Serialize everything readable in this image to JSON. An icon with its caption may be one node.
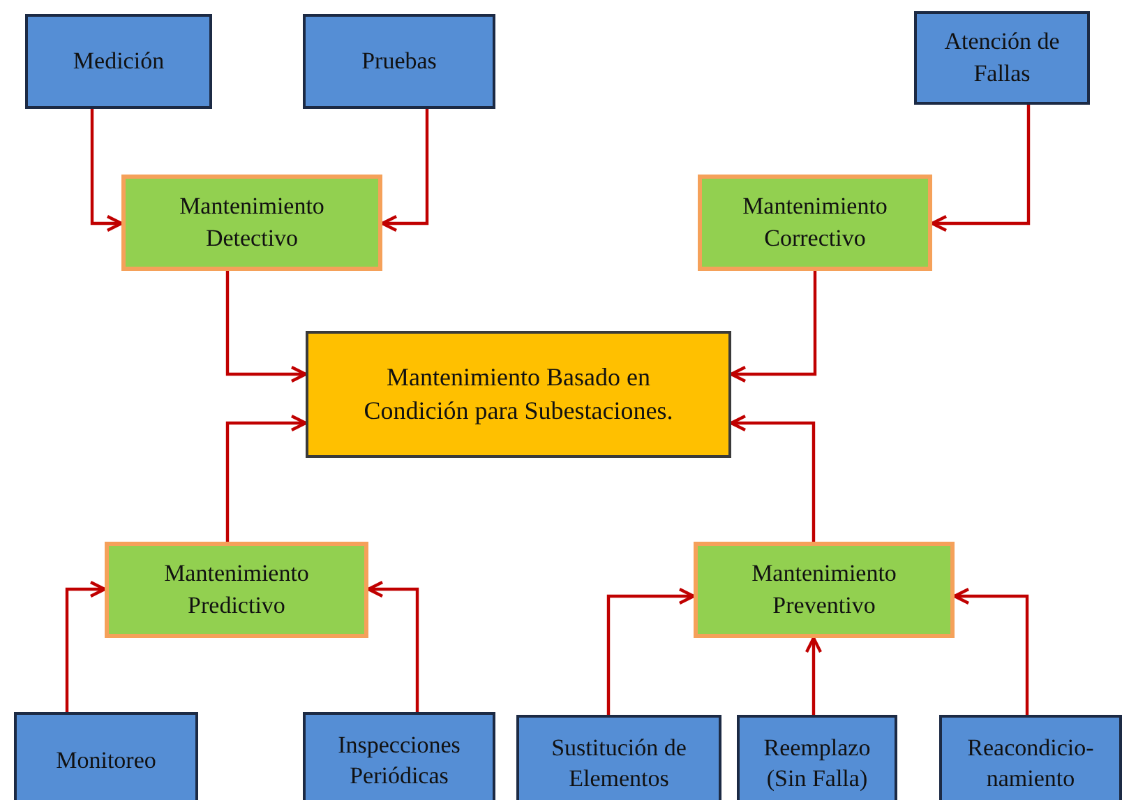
{
  "diagram": {
    "nodes": [
      {
        "text": [
          "Medición"
        ]
      },
      {
        "text": [
          "Pruebas"
        ]
      },
      {
        "text": [
          "Atención de Fallas"
        ]
      },
      {
        "text": [
          "Mantenimiento Detectivo"
        ]
      },
      {
        "text": [
          "Mantenimiento Correctivo"
        ]
      },
      {
        "text": [
          "Mantenimiento Basado en Condición para Subestaciones."
        ]
      },
      {
        "text": [
          "Mantenimiento Predictivo"
        ]
      },
      {
        "text": [
          "Mantenimiento Preventivo"
        ]
      },
      {
        "text": [
          "Monitoreo"
        ]
      },
      {
        "text": [
          "Inspecciones Periódicas"
        ]
      },
      {
        "text": [
          "Sustitución de Elementos"
        ]
      },
      {
        "text": [
          "Reemplazo (Sin Falla)"
        ]
      },
      {
        "text": [
          "Reacondicio- namiento"
        ]
      }
    ],
    "edges": [
      {
        "from": 0,
        "to": 3,
        "arrow": "to"
      },
      {
        "from": 1,
        "to": 3,
        "arrow": "to"
      },
      {
        "from": 2,
        "to": 4,
        "arrow": "to"
      },
      {
        "from": 3,
        "to": 5,
        "arrow": "to"
      },
      {
        "from": 4,
        "to": 5,
        "arrow": "to"
      },
      {
        "from": 6,
        "to": 5,
        "arrow": "to"
      },
      {
        "from": 7,
        "to": 5,
        "arrow": "to"
      },
      {
        "from": 8,
        "to": 6,
        "arrow": "to"
      },
      {
        "from": 9,
        "to": 6,
        "arrow": "to"
      },
      {
        "from": 10,
        "to": 7,
        "arrow": "to"
      },
      {
        "from": 11,
        "to": 7,
        "arrow": "to"
      },
      {
        "from": 12,
        "to": 7,
        "arrow": "to"
      }
    ]
  }
}
